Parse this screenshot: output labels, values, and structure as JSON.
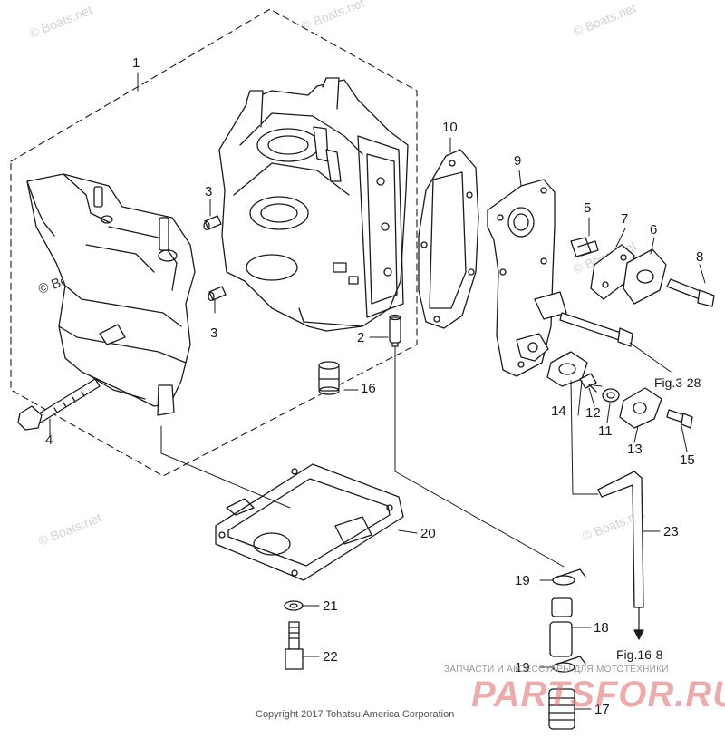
{
  "callouts": {
    "c1": "1",
    "c2": "2",
    "c3a": "3",
    "c3b": "3",
    "c4": "4",
    "c5": "5",
    "c6": "6",
    "c7": "7",
    "c8": "8",
    "c9": "9",
    "c10": "10",
    "c11": "11",
    "c12": "12",
    "c13": "13",
    "c14": "14",
    "c15": "15",
    "c16": "16",
    "c17": "17",
    "c18": "18",
    "c19a": "19",
    "c19b": "19",
    "c20": "20",
    "c21": "21",
    "c22": "22",
    "c23": "23"
  },
  "figure_refs": {
    "fig_3_28": "Fig.3-28",
    "fig_16_8": "Fig.16-8"
  },
  "watermarks": {
    "boats": "© Boats.net",
    "boats_dark": "© Boats.net"
  },
  "footer": {
    "copyright": "Copyright 2017 Tohatsu America Corporation",
    "ru_caption": "ЗАПЧАСТИ И АКСЕССУАРЫ ДЛЯ МОТОТЕХНИКИ",
    "ru_logo": "PARTSFOR.RU"
  },
  "colors": {
    "line": "#1a1a1a",
    "watermark": "#d2d2d2",
    "logo": "#e06a6a"
  }
}
